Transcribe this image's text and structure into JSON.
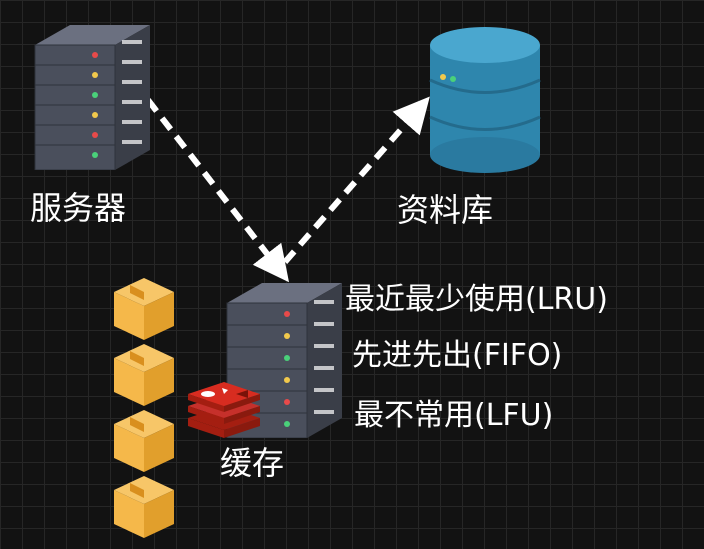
{
  "nodes": {
    "server": {
      "label": "服务器",
      "icon": "server-rack-icon"
    },
    "database": {
      "label": "资料库",
      "icon": "database-icon"
    },
    "cache": {
      "label": "缓存",
      "icon": "server-rack-icon",
      "badge_icon": "redis-icon",
      "stack_icon": "box-icon"
    }
  },
  "policies": [
    {
      "label": "最近最少使用(LRU)"
    },
    {
      "label": "先进先出(FIFO)"
    },
    {
      "label": "最不常用(LFU)"
    }
  ],
  "colors": {
    "background": "#121212",
    "grid": "#262626",
    "arrow": "#ffffff",
    "server_body": "#4a4f5c",
    "database_body": "#2e86ad",
    "database_top": "#4aa7cf",
    "box": "#f5b84a",
    "redis": "#c6302b"
  }
}
